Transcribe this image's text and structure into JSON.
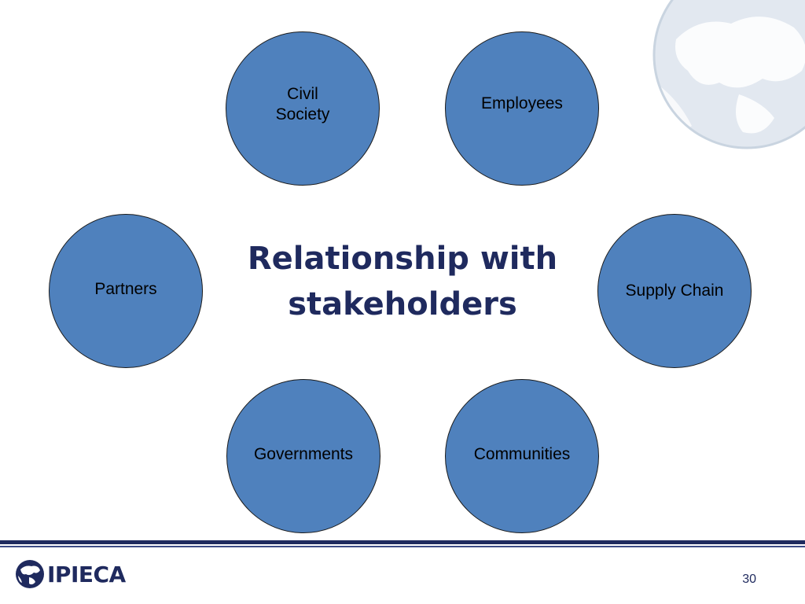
{
  "slide": {
    "title": "Relationship with\nstakeholders",
    "page_number": "30"
  },
  "stakeholders": [
    {
      "label": "Civil\nSociety"
    },
    {
      "label": "Employees"
    },
    {
      "label": "Partners"
    },
    {
      "label": "Supply Chain"
    },
    {
      "label": "Governments"
    },
    {
      "label": "Communities"
    }
  ],
  "branding": {
    "logo_text": "IPIECA",
    "logo_icon": "globe-icon",
    "watermark_icon": "globe-watermark-icon"
  },
  "colors": {
    "node_fill": "#4f81bd",
    "title": "#1f2a5e",
    "footer_rule": "#1f2a5e",
    "watermark": "#d5dee8"
  }
}
